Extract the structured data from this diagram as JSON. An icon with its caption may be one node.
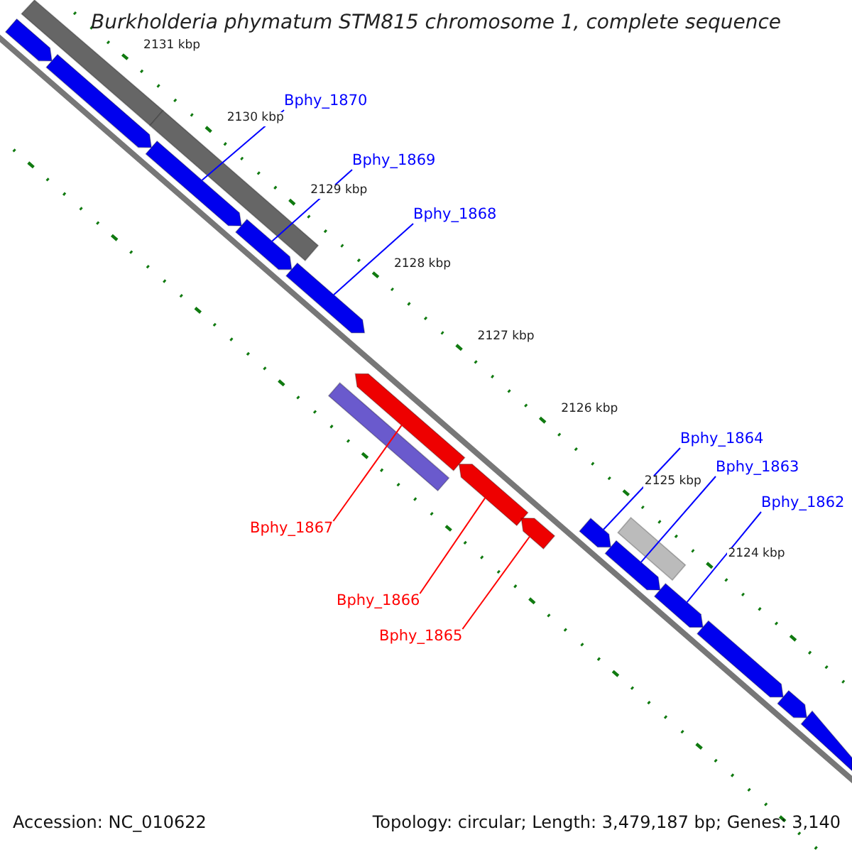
{
  "diagram": {
    "title": "Burkholderia phymatum STM815 chromosome 1, complete sequence",
    "nodes": [
      {
        "text": [
          "Bphy_1870"
        ]
      },
      {
        "text": [
          "Bphy_1869"
        ]
      },
      {
        "text": [
          "Bphy_1868"
        ]
      },
      {
        "text": [
          "Bphy_1867"
        ]
      },
      {
        "text": [
          "Bphy_1864"
        ]
      },
      {
        "text": [
          "Bphy_1863"
        ]
      },
      {
        "text": [
          "Bphy_1862"
        ]
      },
      {
        "text": [
          "Bphy_1866"
        ]
      },
      {
        "text": [
          "Bphy_1865"
        ]
      },
      {
        "text": [],
        "shape": "bar"
      },
      {
        "text": [],
        "shape": "bar"
      },
      {
        "text": [],
        "shape": "bar"
      },
      {
        "text": [],
        "shape": "bar"
      },
      {
        "text": [],
        "shape": "bar"
      },
      {
        "text": [],
        "shape": "bar"
      },
      {
        "text": [],
        "shape": "bar"
      },
      {
        "text": [],
        "shape": "bar"
      },
      {
        "text": [],
        "shape": "bar"
      },
      {
        "text": [],
        "shape": "bar"
      },
      {
        "text": [],
        "shape": "bar"
      },
      {
        "text": [],
        "shape": "bar"
      },
      {
        "text": [],
        "shape": "bar"
      },
      {
        "text": [],
        "shape": "bar"
      },
      {
        "text": [],
        "shape": "bar"
      },
      {
        "text": [],
        "shape": "bar"
      },
      {
        "text": [],
        "shape": "bar"
      },
      {
        "text": [],
        "shape": "bar"
      }
    ],
    "edges": [
      {
        "from": 0,
        "to": 13,
        "arrow": "none"
      },
      {
        "from": 1,
        "to": 14,
        "arrow": "none"
      },
      {
        "from": 2,
        "to": 15,
        "arrow": "none"
      },
      {
        "from": 3,
        "to": 17,
        "arrow": "none",
        "color": "#ff0000"
      },
      {
        "from": 4,
        "to": 20,
        "arrow": "none"
      },
      {
        "from": 5,
        "to": 22,
        "arrow": "none"
      },
      {
        "from": 6,
        "to": 23,
        "arrow": "none"
      },
      {
        "from": 7,
        "to": 18,
        "arrow": "none",
        "color": "#ff0000"
      },
      {
        "from": 8,
        "to": 19,
        "arrow": "none",
        "color": "#ff0000"
      }
    ],
    "labels": [
      "2131 kbp",
      "2130 kbp",
      "2129 kbp",
      "2128 kbp",
      "2127 kbp",
      "2126 kbp",
      "2125 kbp",
      "2124 kbp",
      "Accession: NC_010622",
      "Topology: circular; Length: 3,479,187 bp; Genes: 3,140"
    ]
  }
}
